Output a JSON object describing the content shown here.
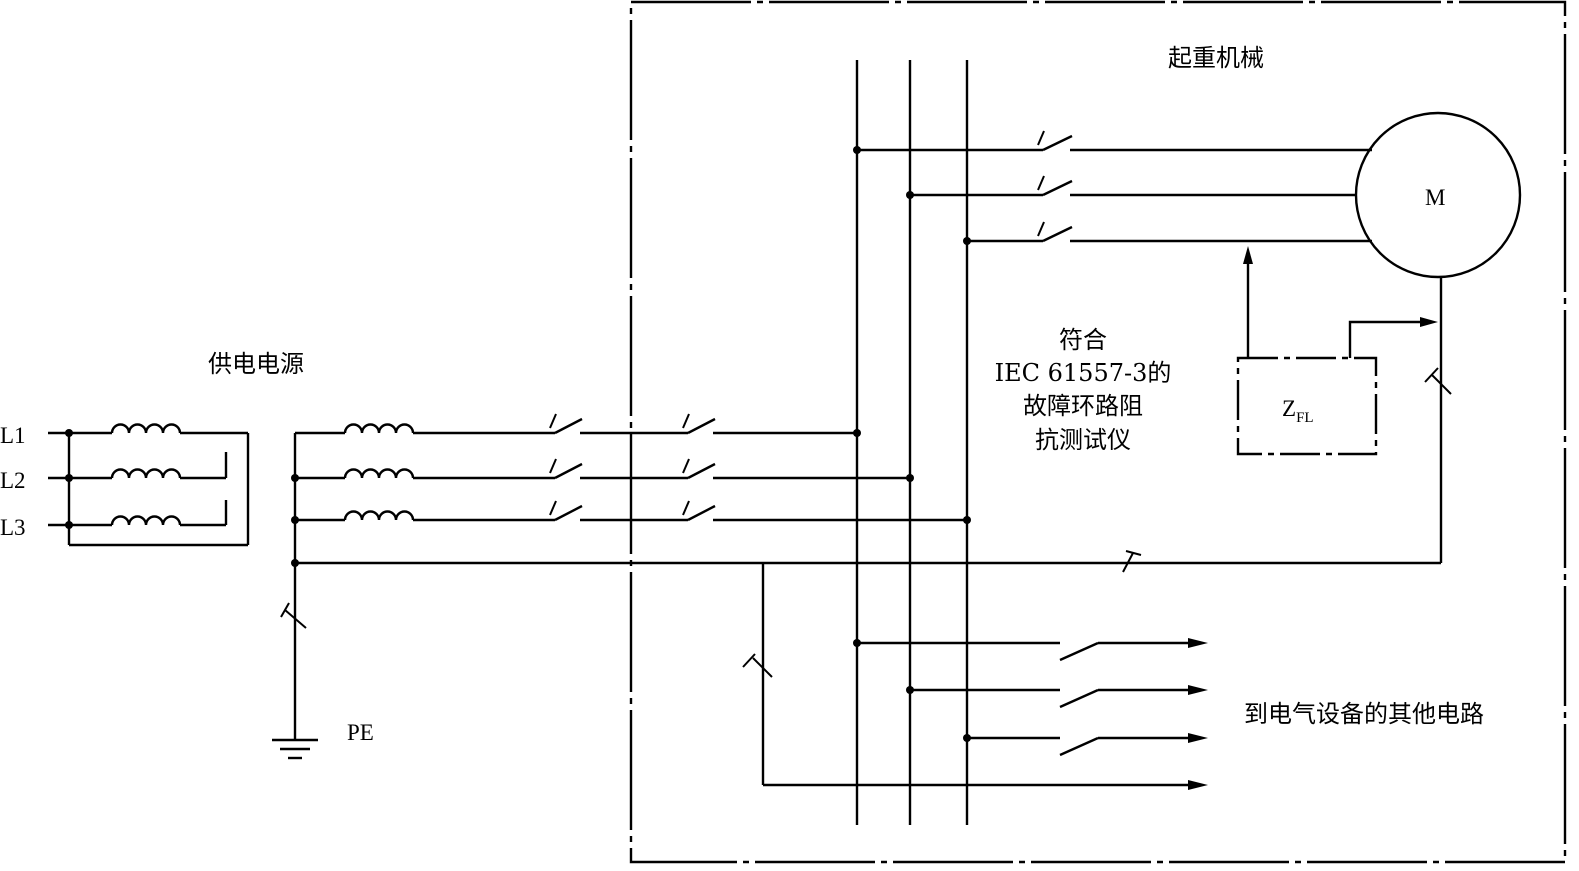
{
  "labels": {
    "crane": "起重机械",
    "power_supply": "供电电源",
    "motor": "M",
    "pe": "PE",
    "phase_l1": "L1",
    "phase_l2": "L2",
    "phase_l3": "L3",
    "tester_line1": "符合",
    "tester_line2": "IEC 61557-3的",
    "tester_line3": "故障环路阻",
    "tester_line4": "抗测试仪",
    "impedance_main": "Z",
    "impedance_sub": "FL",
    "other_circuits": "到电气设备的其他电路"
  }
}
